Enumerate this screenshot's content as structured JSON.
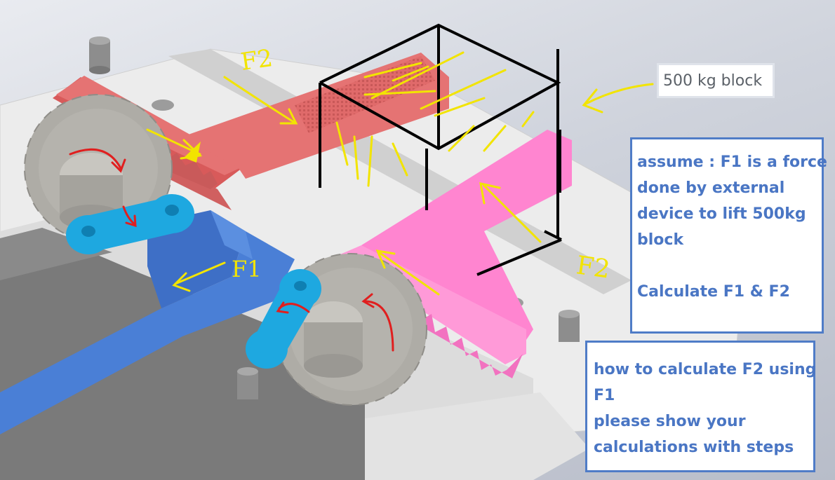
{
  "block_label": "500 kg block",
  "note_assume": {
    "lines": [
      "assume : F1 is a force",
      "done by external",
      "device to lift 500kg",
      "block",
      "",
      "Calculate F1 & F2"
    ]
  },
  "note_how": {
    "lines": [
      "how to calculate F2 using",
      "F1",
      "please show your",
      "calculations with steps"
    ]
  },
  "annotations": {
    "f2_top": "F2",
    "f2_right": "F2",
    "f1": "F1"
  },
  "colors": {
    "red_rack": "#e57373",
    "pink_rack": "#ff85d0",
    "blue_link": "#4a7fd6",
    "cyan_link": "#1ea8e0",
    "gear_gray": "#b5b3ad",
    "annotation_yellow": "#f2e400",
    "arrow_red": "#e01f1f",
    "note_blue": "#4a76c4"
  }
}
